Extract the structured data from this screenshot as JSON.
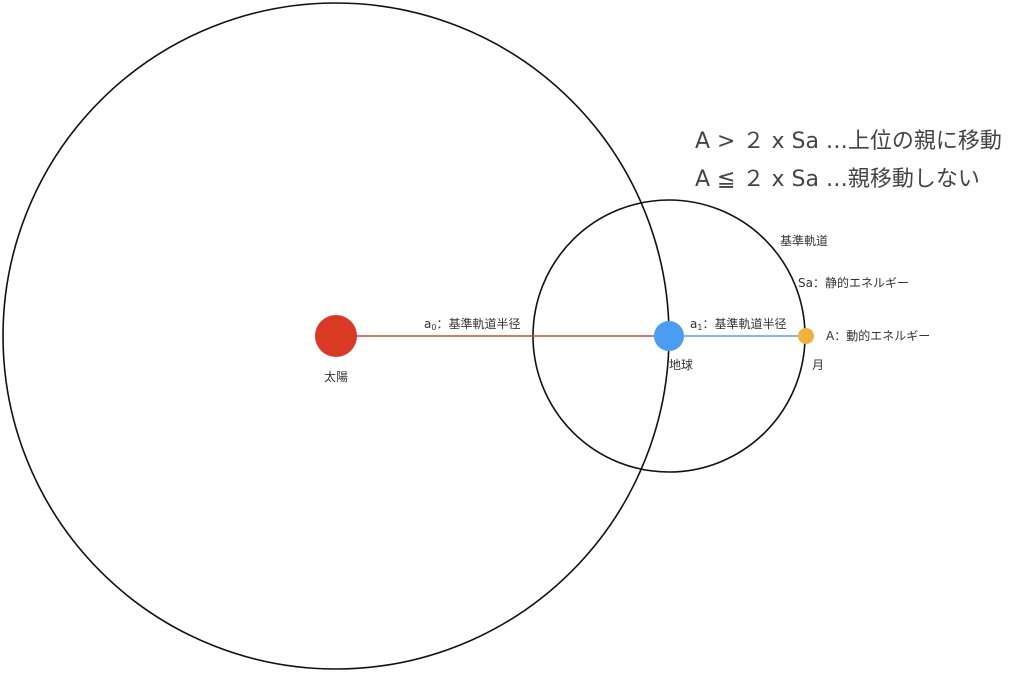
{
  "rules": {
    "line1": "A > ２ x Sa …上位の親に移動",
    "line2": "A ≦ ２ x Sa …親移動しない"
  },
  "orbit": {
    "label": "基準軌道",
    "static_energy": "Sa：静的エネルギー"
  },
  "bodies": {
    "sun": "太陽",
    "earth": "地球",
    "moon": "月"
  },
  "radii": {
    "a0": "a",
    "a0_sub": "0",
    "a0_label": "：基準軌道半径",
    "a1": "a",
    "a1_sub": "1",
    "a1_label": "：基準軌道半径"
  },
  "dynamic_energy": "A：動的エネルギー",
  "colors": {
    "sun": "#d93a26",
    "earth": "#4a9df0",
    "moon": "#f0b040",
    "a0_arrow": "#c8483a",
    "a1_arrow": "#5aa0e0",
    "orbit_stroke": "#111111"
  }
}
